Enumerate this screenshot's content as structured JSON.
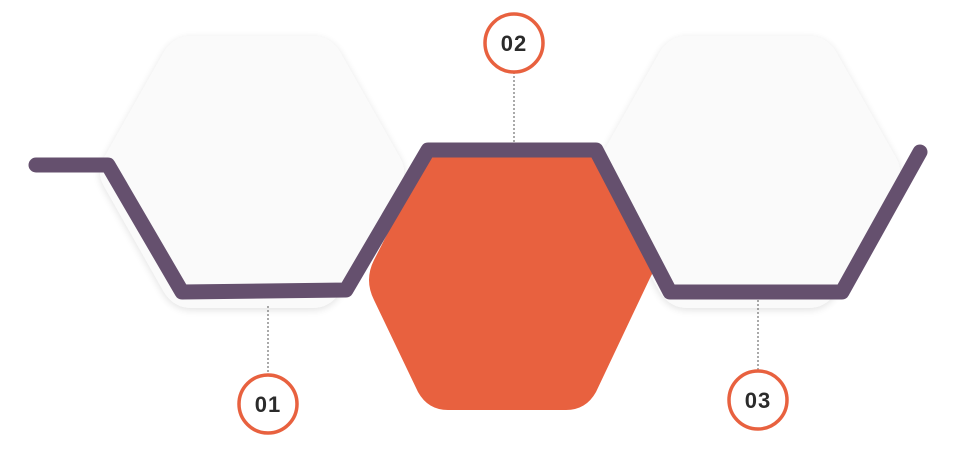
{
  "colors": {
    "accent": "#E8613F",
    "line": "#65506E",
    "hex_fill": "#FAFAFA",
    "connector": "#555555",
    "text": "#2B2B2B"
  },
  "steps": [
    {
      "label": "01"
    },
    {
      "label": "02"
    },
    {
      "label": "03"
    }
  ]
}
